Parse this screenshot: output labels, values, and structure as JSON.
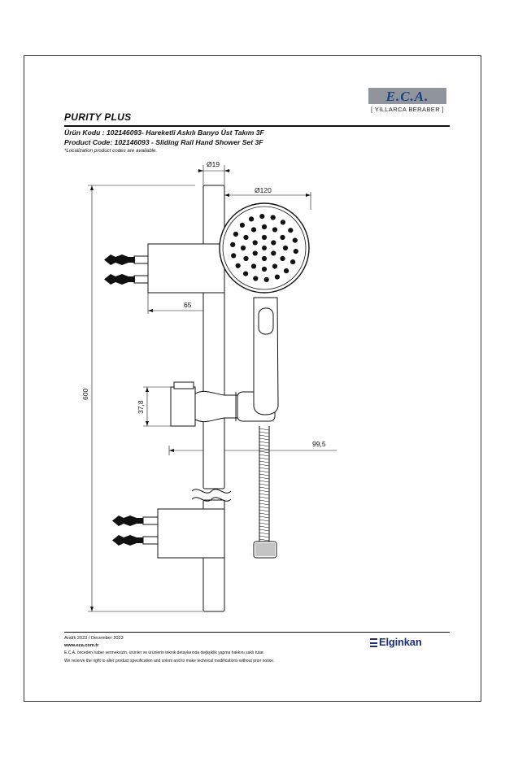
{
  "logo": {
    "text": "E.C.A.",
    "slogan": "[ YILLARCA BERABER ]",
    "color": "#1d3f86"
  },
  "product": {
    "title": "PURITY PLUS",
    "code_tr": "Ürün Kodu : 102146093- Hareketli Askılı Banyo Üst Takım 3F",
    "code_en": "Product Code: 102146093 - Sliding Rail Hand Shower Set 3F",
    "note": "*Localization product codes are available."
  },
  "dimensions": {
    "rail_diameter": "Ø19",
    "head_diameter": "Ø120",
    "bracket_depth": "65",
    "total_height": "600",
    "slider_height": "37,8",
    "hose_offset": "99,5"
  },
  "footer": {
    "date": "Aralık 2023 / December 2023",
    "website": "www.eca.com.tr",
    "disclaimer_tr": "E.C.A. önceden haber vermeksizin, ürünler ve ürünlerin teknik detaylarında değişiklik yapma hakkını saklı tutar.",
    "disclaimer_en": "We reserve the right to alter product specification and colors and to make technical modifications without prior notice.",
    "brand": "Elginkan",
    "brand_color": "#1d2f7a"
  }
}
